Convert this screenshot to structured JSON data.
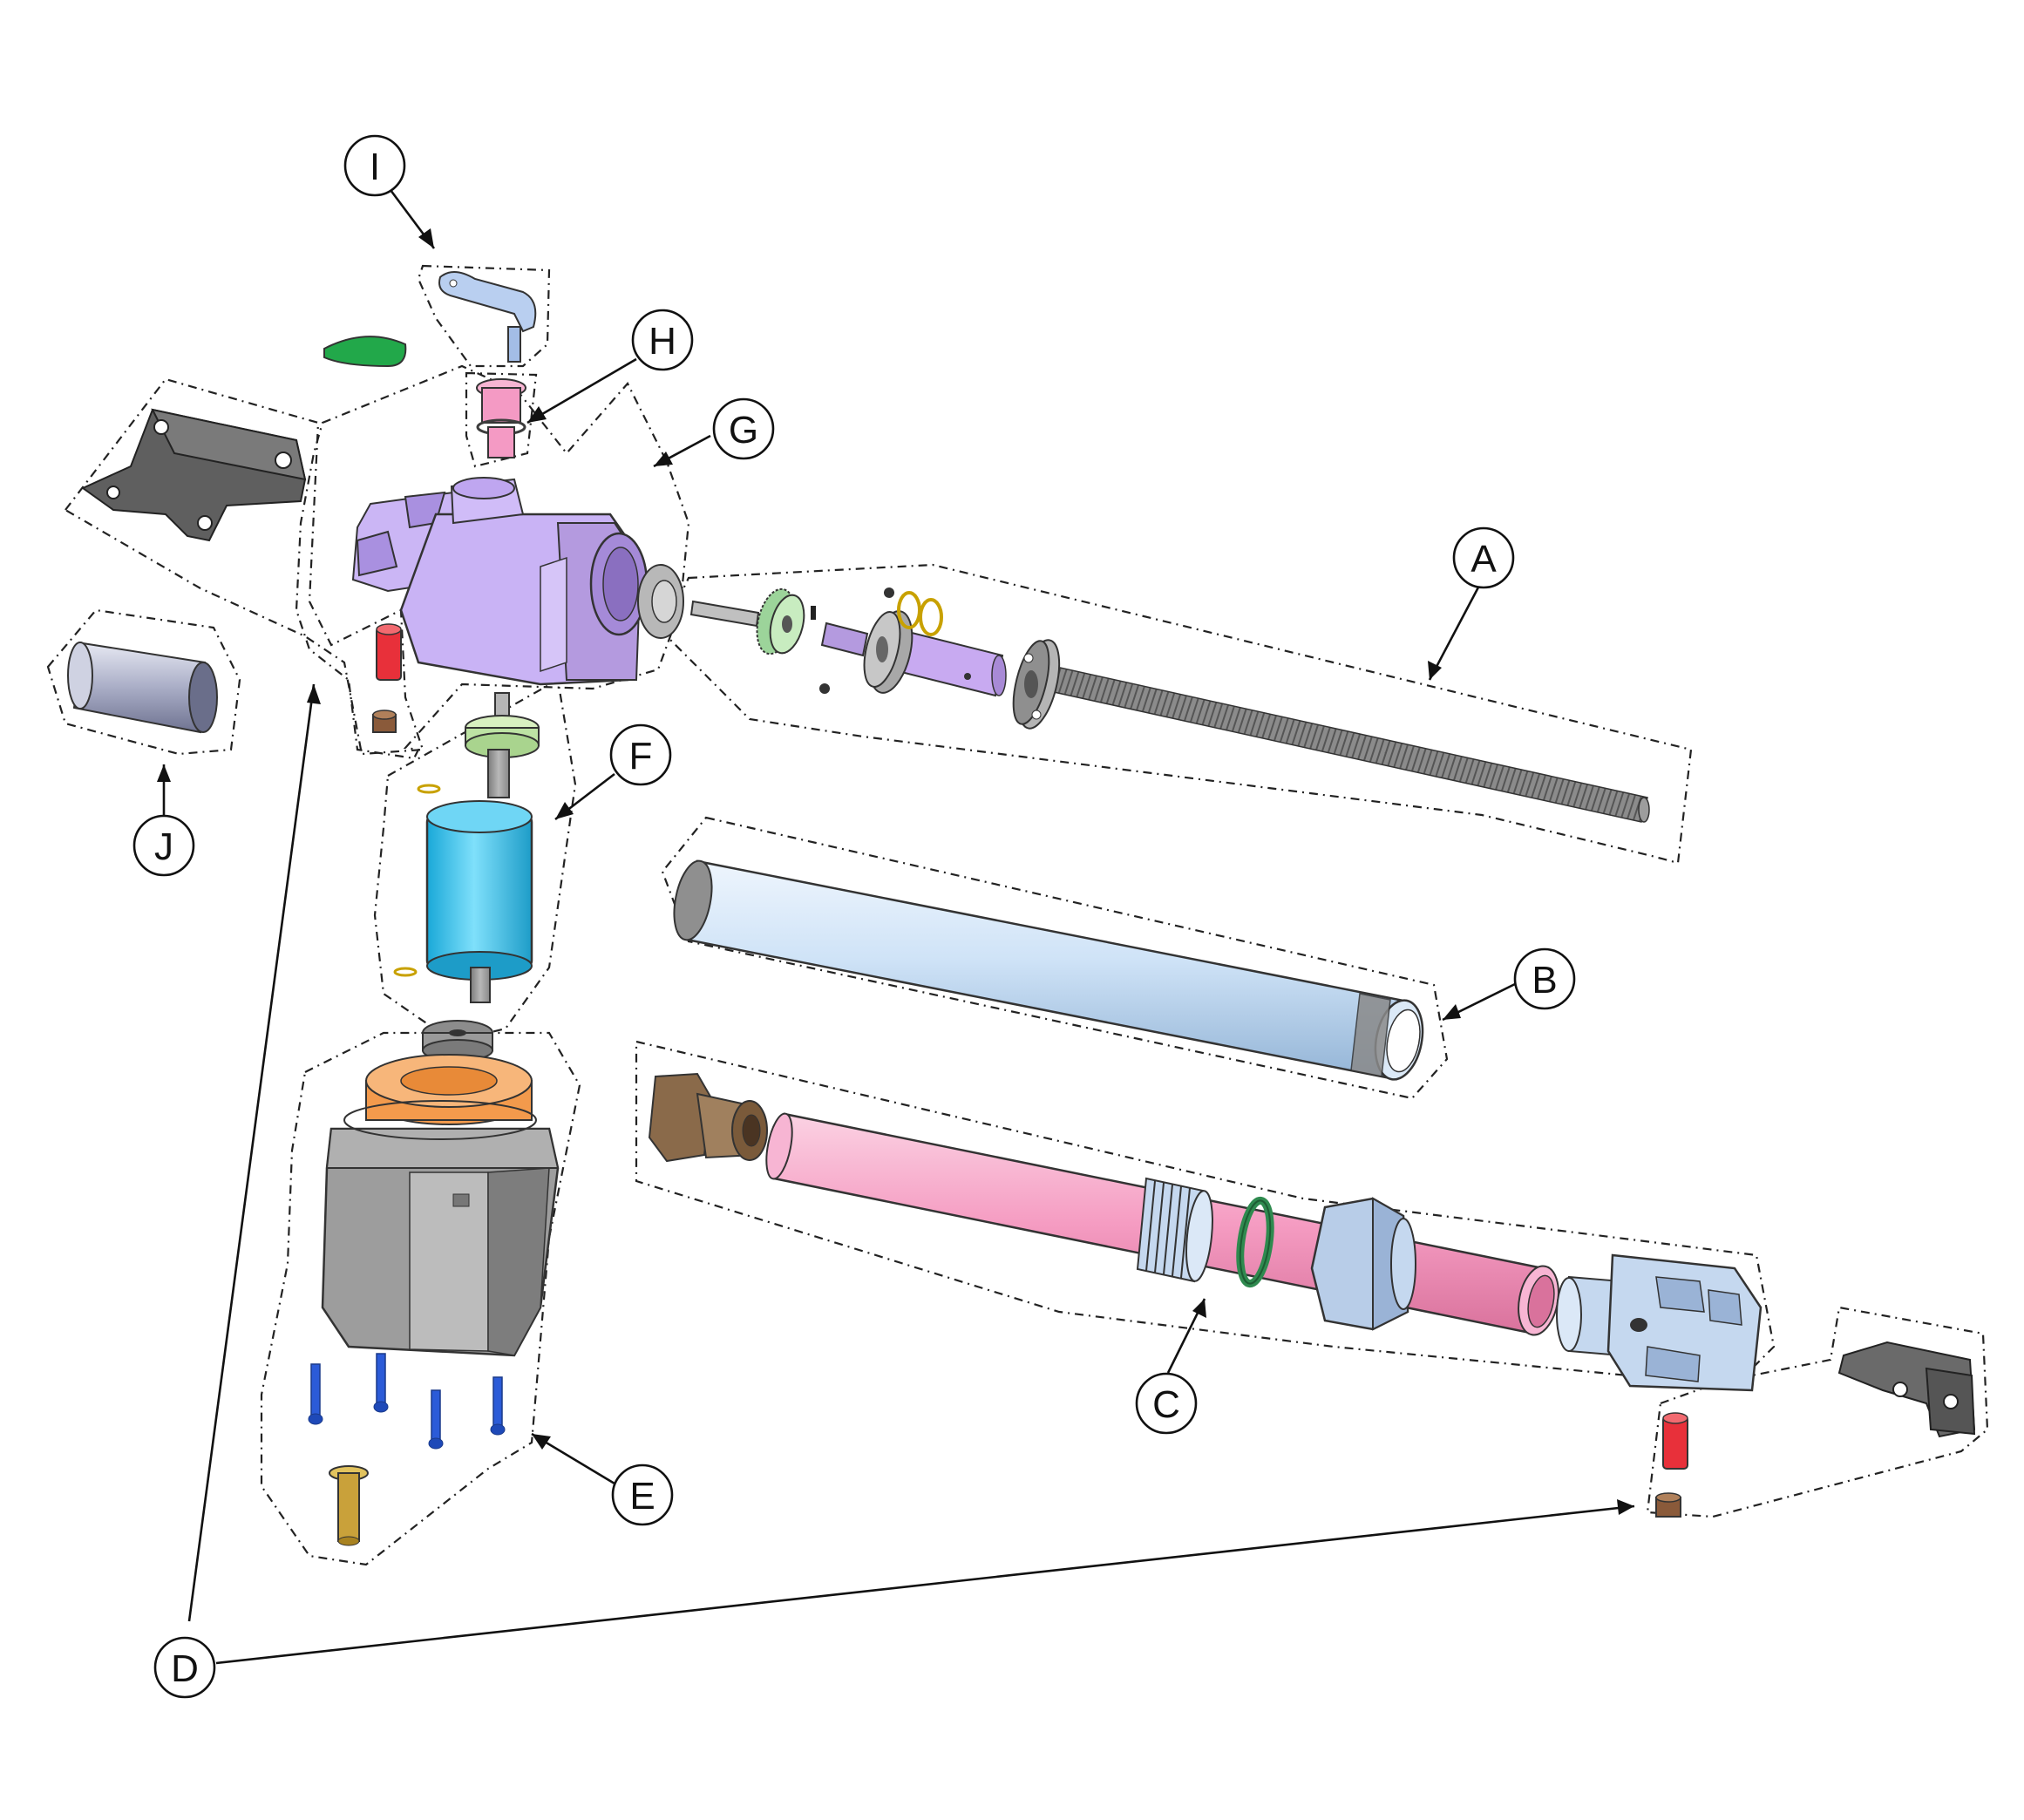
{
  "callouts": {
    "A": "A",
    "B": "B",
    "C": "C",
    "D": "D",
    "E": "E",
    "F": "F",
    "G": "G",
    "H": "H",
    "I": "I",
    "J": "J"
  },
  "colors": {
    "housing": "#c9b3f5",
    "motor": "#3ec8f0",
    "tube": "#cfe3f7",
    "inner_tube": "#f7a8c8",
    "nut": "#c5d8ef",
    "leadscrew": "#8a8a8a",
    "gearbox": "#9a9a9a",
    "gear_cap": "#f39a4c",
    "bracket": "#5f5f5f",
    "seal_green": "#22a84a",
    "oring": "#2f8a4f",
    "pin_red": "#e8303a",
    "bushing_brown": "#8a5a3a",
    "bolt_blue": "#2b5bd8",
    "bolt_gold": "#c9a13a",
    "handle": "#b9cff0",
    "plunger": "#f49ac4",
    "magnet": "#b8bcd6",
    "coupler": "#d8f0c0",
    "cap_brown": "#8a6a4a"
  }
}
